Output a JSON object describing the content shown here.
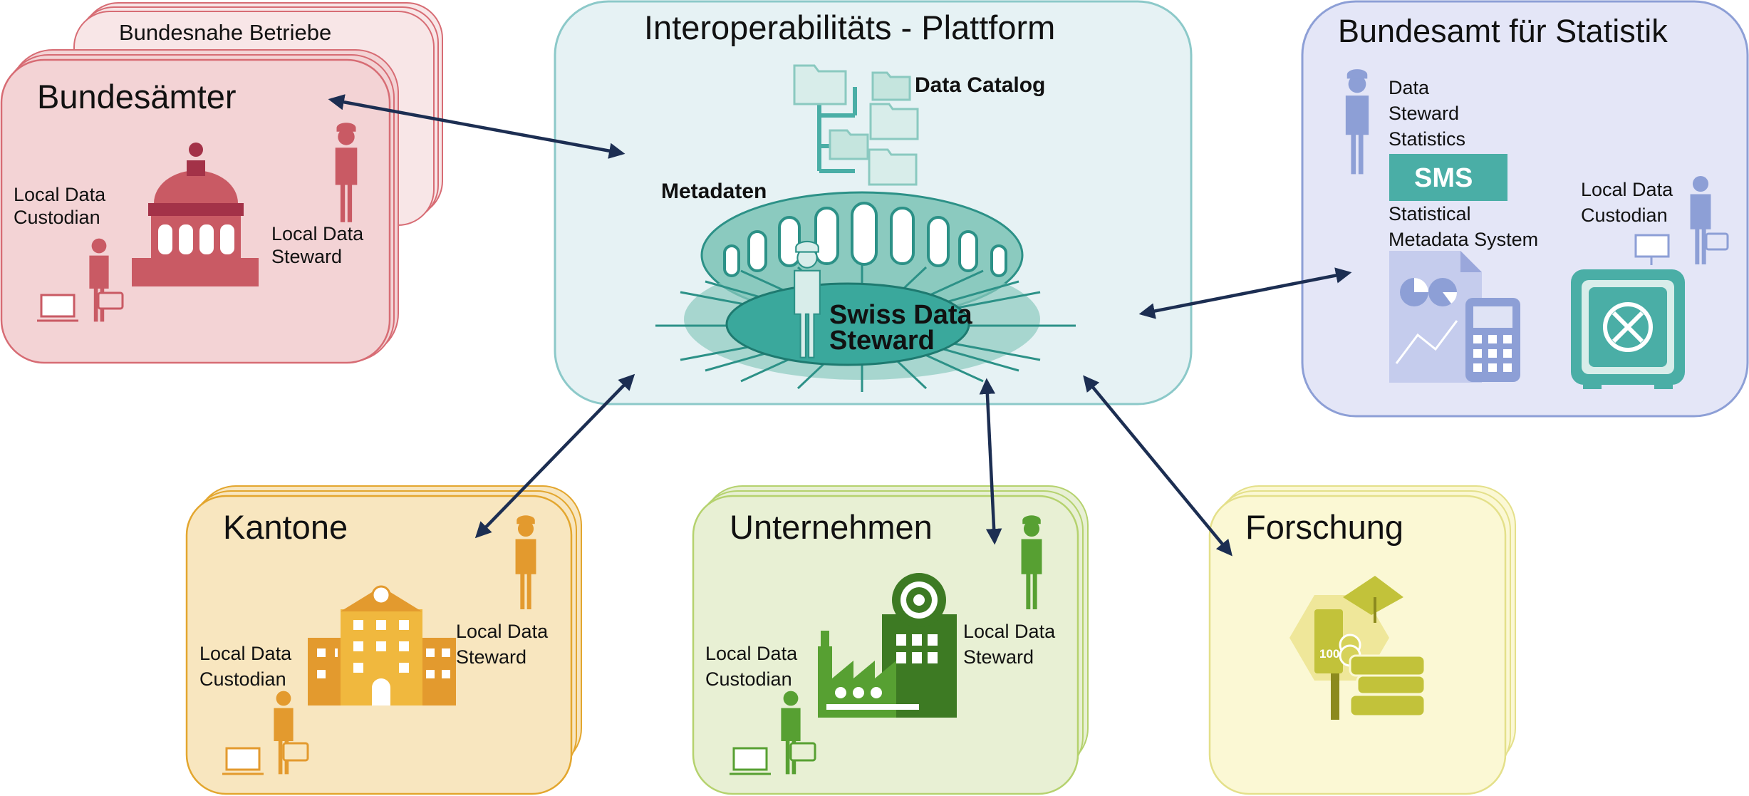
{
  "platform": {
    "title": "Interoperabilitäts - Plattform",
    "data_catalog": "Data Catalog",
    "metadaten": "Metadaten",
    "swiss_data_steward": [
      "Swiss Data",
      "Steward"
    ]
  },
  "bundesnahe": {
    "title": "Bundesnahe Betriebe"
  },
  "bundesaemter": {
    "title": "Bundesämter",
    "custodian": [
      "Local Data",
      "Custodian"
    ],
    "steward": [
      "Local Data",
      "Steward"
    ]
  },
  "bfs": {
    "title": "Bundesamt für Statistik",
    "steward": [
      "Data",
      "Steward",
      "Statistics"
    ],
    "sms": "SMS",
    "sms_label": [
      "Statistical",
      "Metadata System"
    ],
    "custodian": [
      "Local Data",
      "Custodian"
    ]
  },
  "kantone": {
    "title": "Kantone",
    "custodian": [
      "Local Data",
      "Custodian"
    ],
    "steward": [
      "Local Data",
      "Steward"
    ]
  },
  "unternehmen": {
    "title": "Unternehmen",
    "custodian": [
      "Local Data",
      "Custodian"
    ],
    "steward": [
      "Local Data",
      "Steward"
    ]
  },
  "forschung": {
    "title": "Forschung",
    "coin_label": "100"
  },
  "colors": {
    "platform": "#e6f2f4",
    "platform_border": "#8cc9c9",
    "teal": "#4aaea6",
    "teal_dark": "#2c9187",
    "red": "#c95a64",
    "red_fill": "#f3d3d5",
    "blue": "#8d9fd6",
    "blue_fill": "#e4e6f7",
    "orange": "#e39a2e",
    "orange_fill": "#f8e6bf",
    "green": "#4c8a2b",
    "green_fill": "#e8f0d4",
    "yellow": "#c2c23a",
    "yellow_fill": "#fbf8d4",
    "arrow": "#1c2e52"
  }
}
